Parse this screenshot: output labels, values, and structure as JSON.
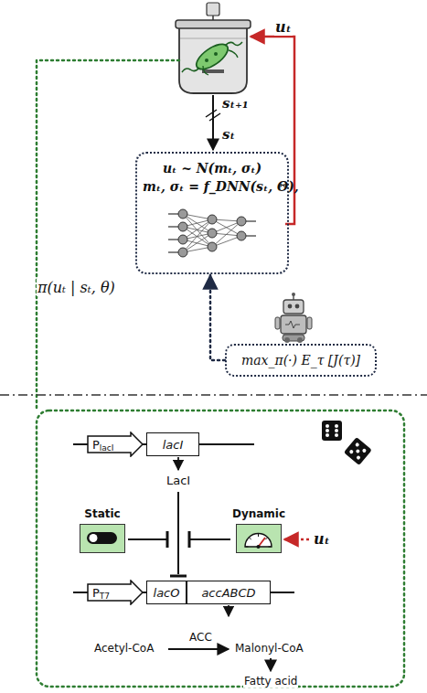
{
  "diagram": {
    "nodes": [
      {
        "text": [
          "uₜ ~ N(mₜ, σₜ)",
          "mₜ, σₜ = f_DNN(sₜ, Θ),"
        ]
      },
      {
        "text": [
          "max_π(·) E_τ [J(τ)]"
        ]
      },
      {
        "text": [
          "P",
          "lacI"
        ]
      },
      {
        "text": [
          "lacI"
        ]
      },
      {
        "text": [
          "Static"
        ]
      },
      {
        "text": [
          "Dynamic"
        ]
      },
      {
        "text": [
          "P",
          "T7"
        ]
      },
      {
        "text": [
          "lacO"
        ]
      },
      {
        "text": [
          "accABCD"
        ]
      }
    ],
    "edges": [
      {
        "from": 1,
        "to": 0,
        "arrow": "to"
      }
    ],
    "labels": [
      "uₜ",
      "sₜ₊₁",
      "sₜ",
      "π(uₜ | sₜ, θ)",
      "LacI",
      "uₜ",
      "ACC",
      "Acetyl-CoA",
      "Malonyl-CoA",
      "Fatty acid"
    ]
  }
}
